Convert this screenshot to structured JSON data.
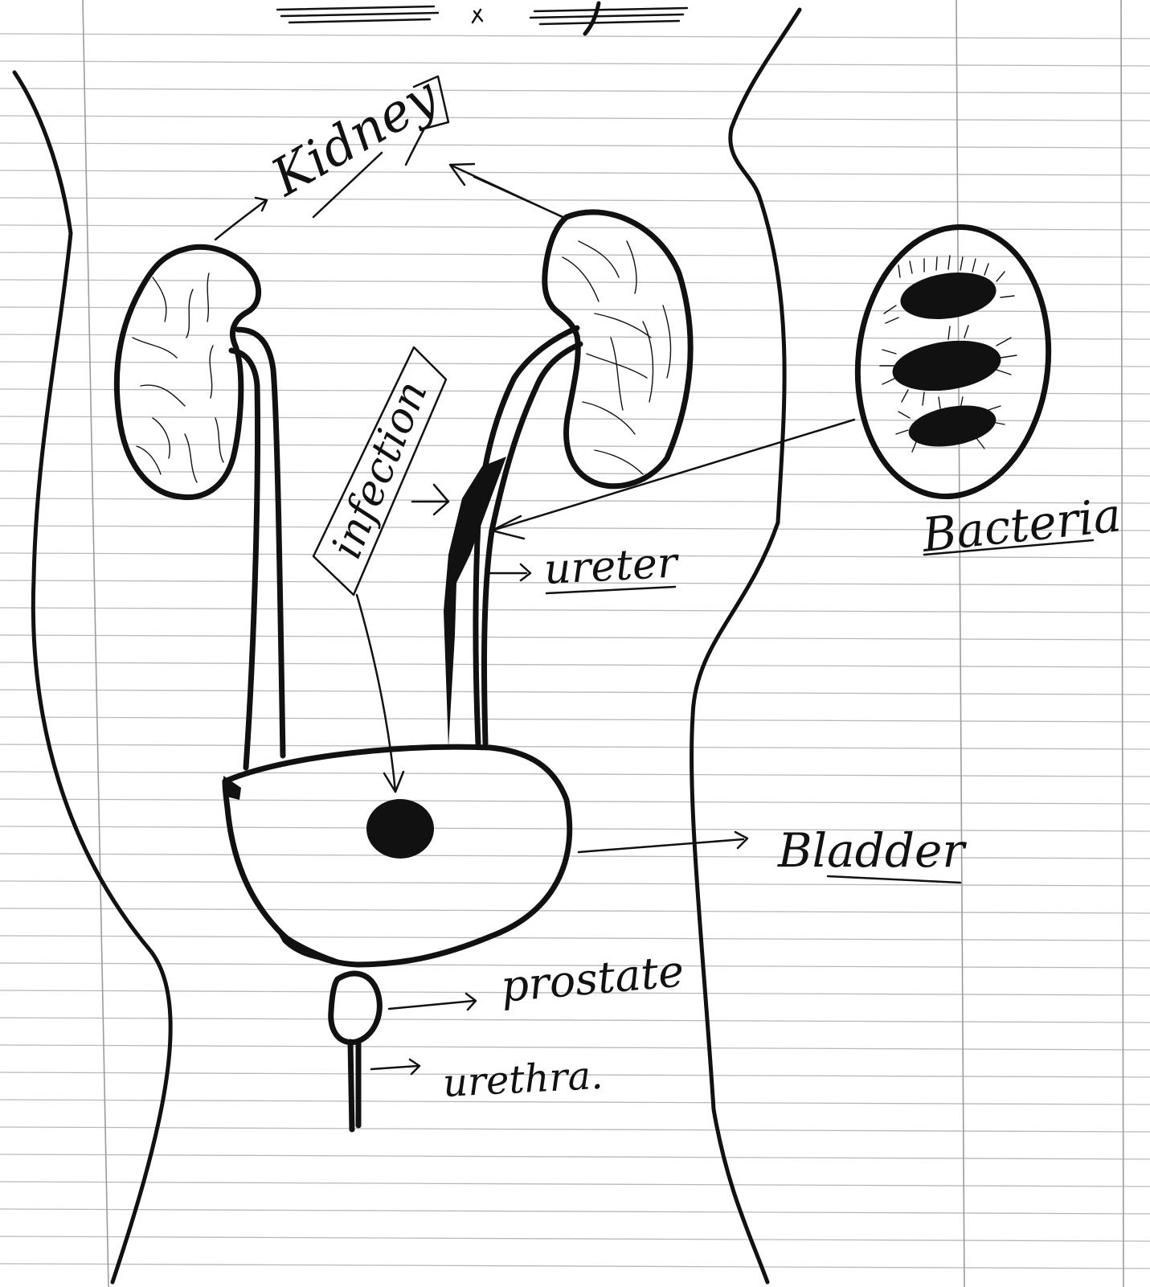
{
  "labels": {
    "kidney": "Kidney",
    "infection": "infection",
    "ureter": "ureter",
    "bacteria": "Bacteria",
    "bladder": "Bladder",
    "prostate": "prostate",
    "urethra": "urethra."
  },
  "colors": {
    "ink": "#111111",
    "paper": "#ffffff",
    "ruled_line": "#b9b9b9"
  }
}
